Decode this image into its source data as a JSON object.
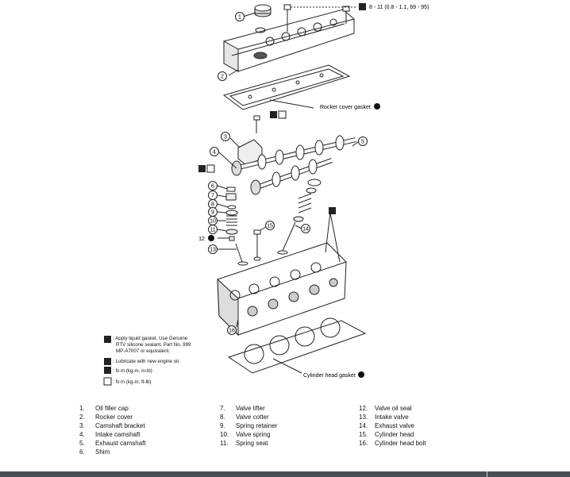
{
  "torque_spec": "8 - 11 (0.8 - 1.1, 69 - 95)",
  "callouts": [
    "1",
    "2",
    "3",
    "4",
    "5",
    "6",
    "7",
    "8",
    "9",
    "10",
    "11",
    "12",
    "13",
    "14",
    "15",
    "16"
  ],
  "labels": {
    "rocker_cover_gasket": "Rocker cover gasket",
    "cylinder_head_gasket": "Cylinder head gasket"
  },
  "legend": [
    {
      "icon": "liquid-gasket-icon",
      "text": ": Apply liquid gasket.  Use Genuine"
    },
    {
      "icon": "",
      "text": "RTV silicone sealant, Part No. 999"
    },
    {
      "icon": "",
      "text": "MP-A7007 or equivalent."
    },
    {
      "icon": "oil-can-icon",
      "text": ": Lubricate with new engine oil."
    },
    {
      "icon": "torque-wrench-icon",
      "text": ": N·m (kg-m, in-lb)"
    },
    {
      "icon": "torque-wrench-alt-icon",
      "text": ": N·m (kg-m, ft-lb)"
    }
  ],
  "parts": [
    {
      "num": "1.",
      "name": "Oil filler cap"
    },
    {
      "num": "2.",
      "name": "Rocker cover"
    },
    {
      "num": "3.",
      "name": "Camshaft bracket"
    },
    {
      "num": "4.",
      "name": "Intake camshaft"
    },
    {
      "num": "5.",
      "name": "Exhaust camshaft"
    },
    {
      "num": "6.",
      "name": "Shim"
    },
    {
      "num": "7.",
      "name": "Valve lifter"
    },
    {
      "num": "8.",
      "name": "Valve cotter"
    },
    {
      "num": "9.",
      "name": "Spring retainer"
    },
    {
      "num": "10.",
      "name": "Valve spring"
    },
    {
      "num": "11.",
      "name": "Spring seat"
    },
    {
      "num": "12.",
      "name": "Valve oil seal"
    },
    {
      "num": "13.",
      "name": "Intake valve"
    },
    {
      "num": "14.",
      "name": "Exhaust valve"
    },
    {
      "num": "15.",
      "name": "Cylinder head"
    },
    {
      "num": "16.",
      "name": "Cylinder head bolt"
    }
  ]
}
